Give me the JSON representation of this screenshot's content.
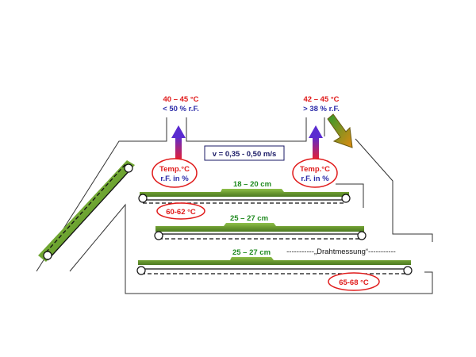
{
  "exhaust_left": {
    "temp": "40 – 45 °C",
    "humidity": "< 50 % r.F."
  },
  "exhaust_right": {
    "temp": "42 – 45 °C",
    "humidity": "> 38 % r.F."
  },
  "velocity": "v  =  0,35 - 0,50 m/s",
  "sensor_left": {
    "line1": "Temp.°C",
    "line2": "r.F. in %"
  },
  "sensor_right": {
    "line1": "Temp.°C",
    "line2": "r.F. in %"
  },
  "belt_1": {
    "thickness": "18 – 20 cm",
    "temp": "60-62 °C"
  },
  "belt_2": {
    "thickness": "25 – 27 cm"
  },
  "belt_3": {
    "thickness": "25 – 27 cm",
    "temp": "65-68 °C"
  },
  "wire_measurement": "-----------„Drahtmessung“-----------",
  "colors": {
    "temp_red": "#e01a1a",
    "humidity_blue": "#2b2ba8",
    "belt_green": "#6aa52a",
    "thickness_green": "#1f8a1f"
  }
}
